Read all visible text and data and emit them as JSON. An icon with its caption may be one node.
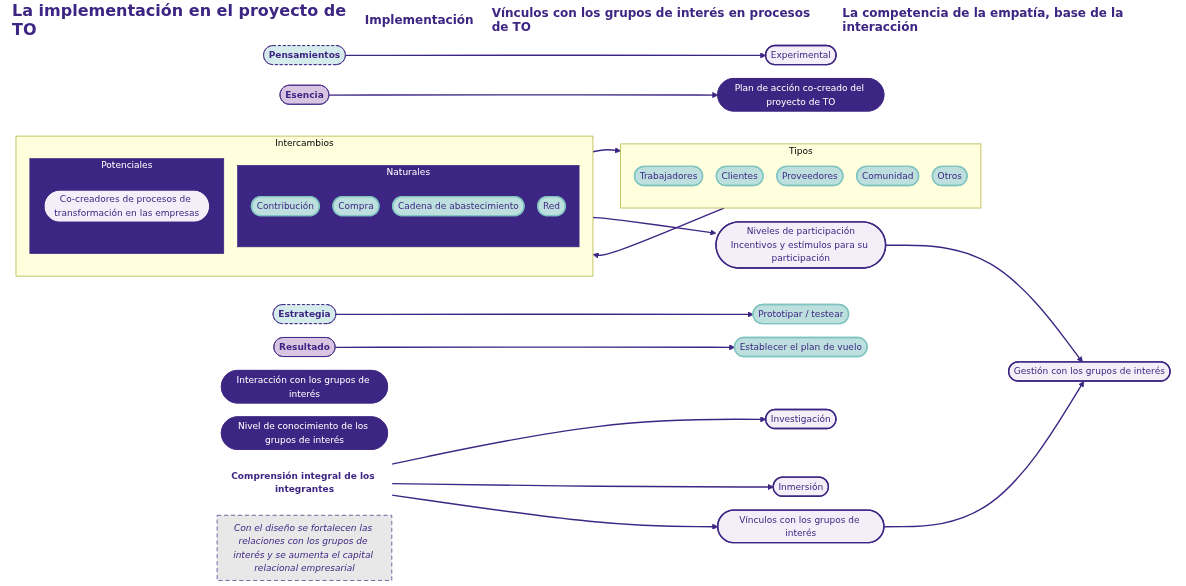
{
  "diagram": {
    "title": "La implementación en el proyecto de TO",
    "nodes": [
      {
        "text": [
          "Pensamientos"
        ]
      },
      {
        "text": [
          "Experimental"
        ]
      },
      {
        "text": [
          "Esencia"
        ]
      },
      {
        "text": [
          "Plan de acción co-creado del proyecto de TO"
        ]
      },
      {
        "text": [
          "Estrategia"
        ]
      },
      {
        "text": [
          "Prototipar / testear"
        ]
      },
      {
        "text": [
          "Resultado"
        ]
      },
      {
        "text": [
          "Establecer el plan de vuelo"
        ]
      },
      {
        "text": [
          "Interacción con los grupos de interés"
        ]
      },
      {
        "text": [
          "Nivel de conocimiento de los grupos de interés"
        ]
      },
      {
        "text": [
          "Tipos"
        ]
      },
      {
        "text": [
          "Trabajadores"
        ],
        "in": 10
      },
      {
        "text": [
          "Clientes"
        ],
        "in": 10
      },
      {
        "text": [
          "Proveedores"
        ],
        "in": 10
      },
      {
        "text": [
          "Comunidad"
        ],
        "in": 10
      },
      {
        "text": [
          "Otros"
        ],
        "in": 10
      },
      {
        "text": [
          "Intercambios"
        ]
      },
      {
        "text": [
          "Naturales"
        ],
        "in": 16
      },
      {
        "text": [
          "Contribución"
        ],
        "in": 17
      },
      {
        "text": [
          "Compra"
        ],
        "in": 17
      },
      {
        "text": [
          "Cadena de abastecimiento"
        ],
        "in": 17
      },
      {
        "text": [
          "Red"
        ],
        "in": 17
      },
      {
        "text": [
          "Potenciales"
        ],
        "in": 16
      },
      {
        "text": [
          "Co-creadores de procesos de transformación en las empresas"
        ],
        "in": 22
      },
      {
        "text": [
          "Comprensión integral de los integrantes"
        ]
      },
      {
        "text": [
          "Investigación"
        ]
      },
      {
        "text": [
          "Inmersión"
        ]
      },
      {
        "text": [
          "Vínculos con los grupos de interés"
        ]
      },
      {
        "text": [
          "Gestión con los grupos de interés"
        ]
      },
      {
        "text": [
          "Niveles de participación",
          "Incentivos y estímulos para su participación"
        ]
      },
      {
        "text": [
          "Con el diseño se fortalecen las relaciones con los grupos de interés y se aumenta el capital relacional empresarial"
        ]
      }
    ],
    "edges": [
      {
        "from": 0,
        "to": 1,
        "arrow": "to"
      },
      {
        "from": 2,
        "to": 3,
        "arrow": "to"
      },
      {
        "from": 4,
        "to": 5,
        "arrow": "to"
      },
      {
        "from": 6,
        "to": 7,
        "arrow": "to"
      },
      {
        "from": 10,
        "to": 16,
        "arrow": "to"
      },
      {
        "from": 16,
        "to": 10,
        "arrow": "to"
      },
      {
        "from": 16,
        "to": 29,
        "arrow": "to"
      },
      {
        "from": 24,
        "to": 25,
        "arrow": "to"
      },
      {
        "from": 24,
        "to": 26,
        "arrow": "to"
      },
      {
        "from": 24,
        "to": 27,
        "arrow": "to"
      },
      {
        "from": 27,
        "to": 28,
        "arrow": "to"
      },
      {
        "from": 29,
        "to": 28,
        "arrow": "to"
      }
    ],
    "labels": [
      "Implementación",
      "Vínculos con los grupos de interés en procesos de TO",
      "La competencia de la empatía, base de la interacción"
    ]
  }
}
